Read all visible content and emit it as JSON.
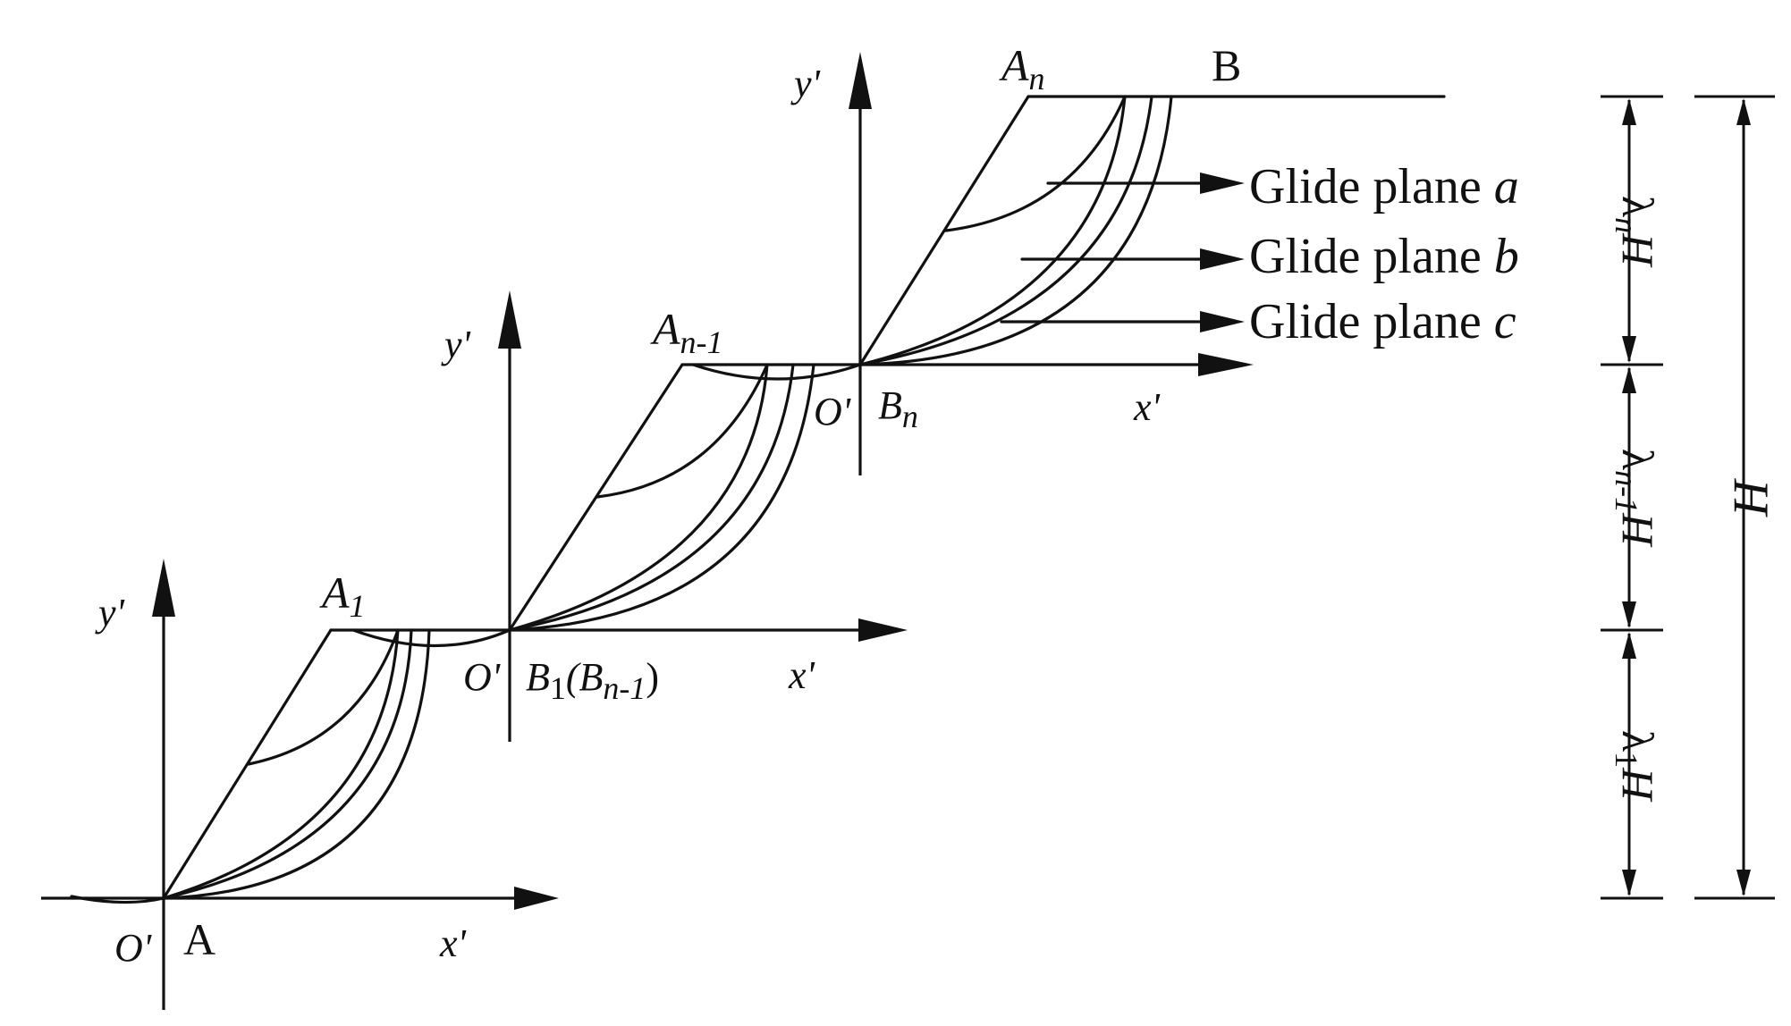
{
  "points": {
    "A": "A",
    "B": "B",
    "A1": "A",
    "A1_sub": "1",
    "An1": "A",
    "An1_sub": "n-1",
    "An": "A",
    "An_sub": "n",
    "B1": "B",
    "B1_sub": "1",
    "B1_paren_open": "(B",
    "B1_paren_sub": "n-1",
    "B1_paren_close": ")",
    "Bn": "B",
    "Bn_sub": "n"
  },
  "axes": {
    "x_label": "x'",
    "y_label": "y'",
    "origin_label": "O'"
  },
  "glide_planes": {
    "a_text": "Glide plane ",
    "a_letter": "a",
    "b_text": "Glide plane ",
    "b_letter": "b",
    "c_text": "Glide plane ",
    "c_letter": "c"
  },
  "dimensions": {
    "lambda_n": "λ",
    "lambda_n_sub": "n",
    "lambda_n_H": "H",
    "lambda_n1": "λ",
    "lambda_n1_sub": "n-1",
    "lambda_n1_H": "H",
    "lambda_1": "λ",
    "lambda_1_sub": "1",
    "lambda_1_H": "H",
    "total": "H"
  }
}
